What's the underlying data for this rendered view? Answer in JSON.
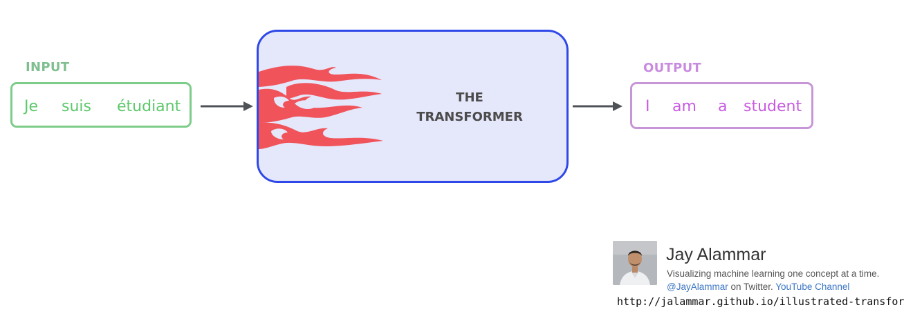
{
  "input": {
    "label": "INPUT",
    "words": [
      "Je",
      "suis",
      "étudiant"
    ]
  },
  "transformer": {
    "title_line1": "THE",
    "title_line2": "TRANSFORMER"
  },
  "output": {
    "label": "OUTPUT",
    "words": [
      "I",
      "am",
      "a",
      "student"
    ]
  },
  "author": {
    "name": "Jay Alammar",
    "tagline": "Visualizing machine learning one concept at a time.",
    "twitter_handle": "@JayAlammar",
    "twitter_suffix": " on Twitter. ",
    "youtube_link": "YouTube Channel",
    "url": "http://jalammar.github.io/illustrated-transformer/"
  },
  "colors": {
    "input_accent": "#7dcc8a",
    "output_accent": "#c796d6",
    "transformer_border": "#2f48e8",
    "transformer_fill": "#e5e7fb",
    "flame": "#f0545a",
    "arrow": "#4e5257"
  }
}
